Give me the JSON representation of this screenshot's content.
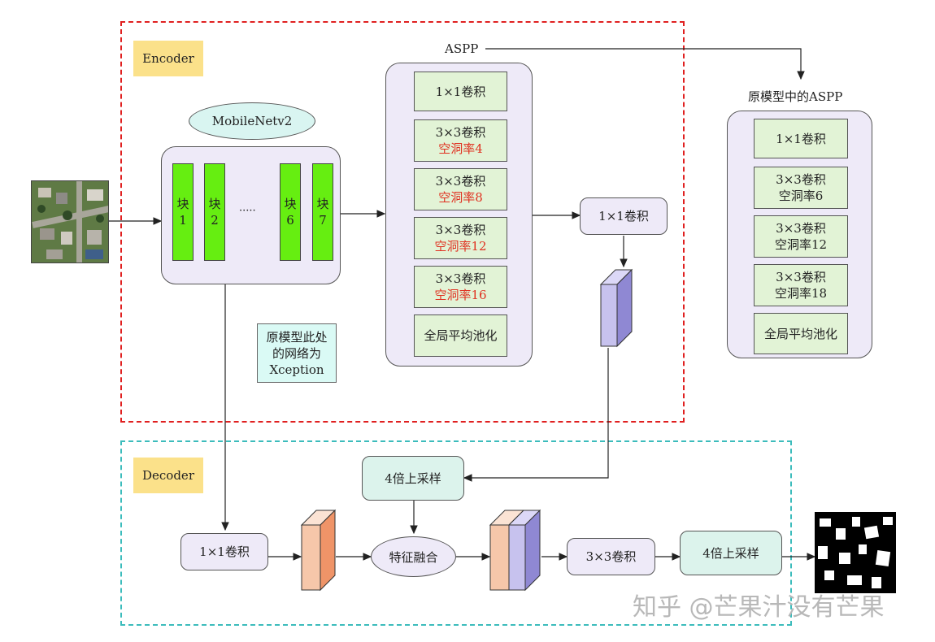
{
  "encoder_label": "Encoder",
  "decoder_label": "Decoder",
  "mobilenet_label": "MobileNetv2",
  "blocks": [
    {
      "line1": "块",
      "line2": "1"
    },
    {
      "line1": "块",
      "line2": "2"
    },
    {
      "line1": "块",
      "line2": "6"
    },
    {
      "line1": "块",
      "line2": "7"
    }
  ],
  "ellipsis": "·····",
  "aspp": {
    "title": "ASPP",
    "conv1": "1×1卷积",
    "convs": [
      {
        "line1": "3×3卷积",
        "line2": "空洞率4"
      },
      {
        "line1": "3×3卷积",
        "line2": "空洞率8"
      },
      {
        "line1": "3×3卷积",
        "line2": "空洞率12"
      },
      {
        "line1": "3×3卷积",
        "line2": "空洞率16"
      }
    ],
    "pool": "全局平均池化",
    "rate_color": "#e03020"
  },
  "original_aspp": {
    "title": "原模型中的ASPP",
    "conv1": "1×1卷积",
    "convs": [
      {
        "line1": "3×3卷积",
        "line2": "空洞率6"
      },
      {
        "line1": "3×3卷积",
        "line2": "空洞率12"
      },
      {
        "line1": "3×3卷积",
        "line2": "空洞率18"
      }
    ],
    "pool": "全局平均池化"
  },
  "encoder_conv1": "1×1卷积",
  "note": {
    "line1": "原模型此处",
    "line2": "的网络为",
    "line3": "Xception"
  },
  "decoder": {
    "upsample_top": "4倍上采样",
    "conv1": "1×1卷积",
    "fusion": "特征融合",
    "conv3": "3×3卷积",
    "upsample_right": "4倍上采样"
  },
  "watermark": "知乎 @芒果汁没有芒果",
  "colors": {
    "encoder_border": "#e02020",
    "decoder_border": "#3cbcbc",
    "block_green": "#66ee11",
    "feature_purple": "#c7c2ee",
    "feature_orange": "#f6c7aa"
  }
}
